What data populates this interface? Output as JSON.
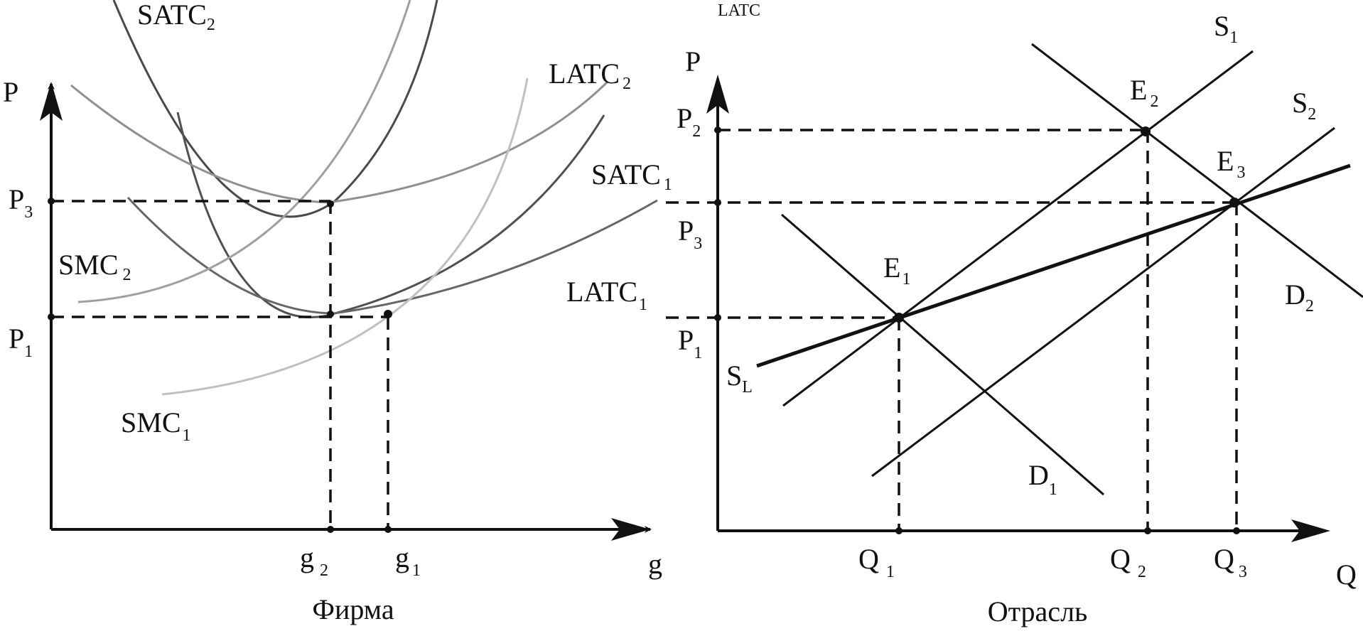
{
  "colors": {
    "ink": "#111111",
    "satc2": "#4a4a4a",
    "satc1": "#505050",
    "latc1": "#666666",
    "latc2": "#909090",
    "smc2": "#a0a0a0",
    "smc1": "#c0c0c0"
  },
  "firm": {
    "caption": "Фирма",
    "axis_y": "P",
    "axis_x": "g",
    "ticks_y": [
      {
        "main": "P",
        "sub": "3"
      },
      {
        "main": "P",
        "sub": "1"
      }
    ],
    "ticks_x": [
      {
        "main": "g",
        "sub": "2"
      },
      {
        "main": "g",
        "sub": "1"
      }
    ],
    "curves": {
      "satc2": {
        "main": "SATC",
        "sub": "2"
      },
      "latc2": {
        "main": "LATC",
        "sub": "2"
      },
      "satc1": {
        "main": "SATC",
        "sub": "1"
      },
      "smc2": {
        "main": "SMC",
        "sub": "2"
      },
      "latc1": {
        "main": "LATC",
        "sub": "1"
      },
      "smc1": {
        "main": "SMC",
        "sub": "1"
      }
    }
  },
  "top_note": "LATC",
  "industry": {
    "caption": "Отрасль",
    "axis_y": "P",
    "axis_x": "Q",
    "ticks_y": [
      {
        "main": "P",
        "sub": "2"
      },
      {
        "main": "P",
        "sub": "3"
      },
      {
        "main": "P",
        "sub": "1"
      }
    ],
    "ticks_x": [
      {
        "main": "Q",
        "sub": "1"
      },
      {
        "main": "Q",
        "sub": "2"
      },
      {
        "main": "Q",
        "sub": "3"
      }
    ],
    "lines": {
      "s1": {
        "main": "S",
        "sub": "1"
      },
      "s2": {
        "main": "S",
        "sub": "2"
      },
      "sl": {
        "main": "S",
        "sub": "L"
      },
      "d1": {
        "main": "D",
        "sub": "1"
      },
      "d2": {
        "main": "D",
        "sub": "2"
      }
    },
    "points": {
      "e1": {
        "main": "E",
        "sub": "1"
      },
      "e2": {
        "main": "E",
        "sub": "2"
      },
      "e3": {
        "main": "E",
        "sub": "3"
      }
    }
  }
}
